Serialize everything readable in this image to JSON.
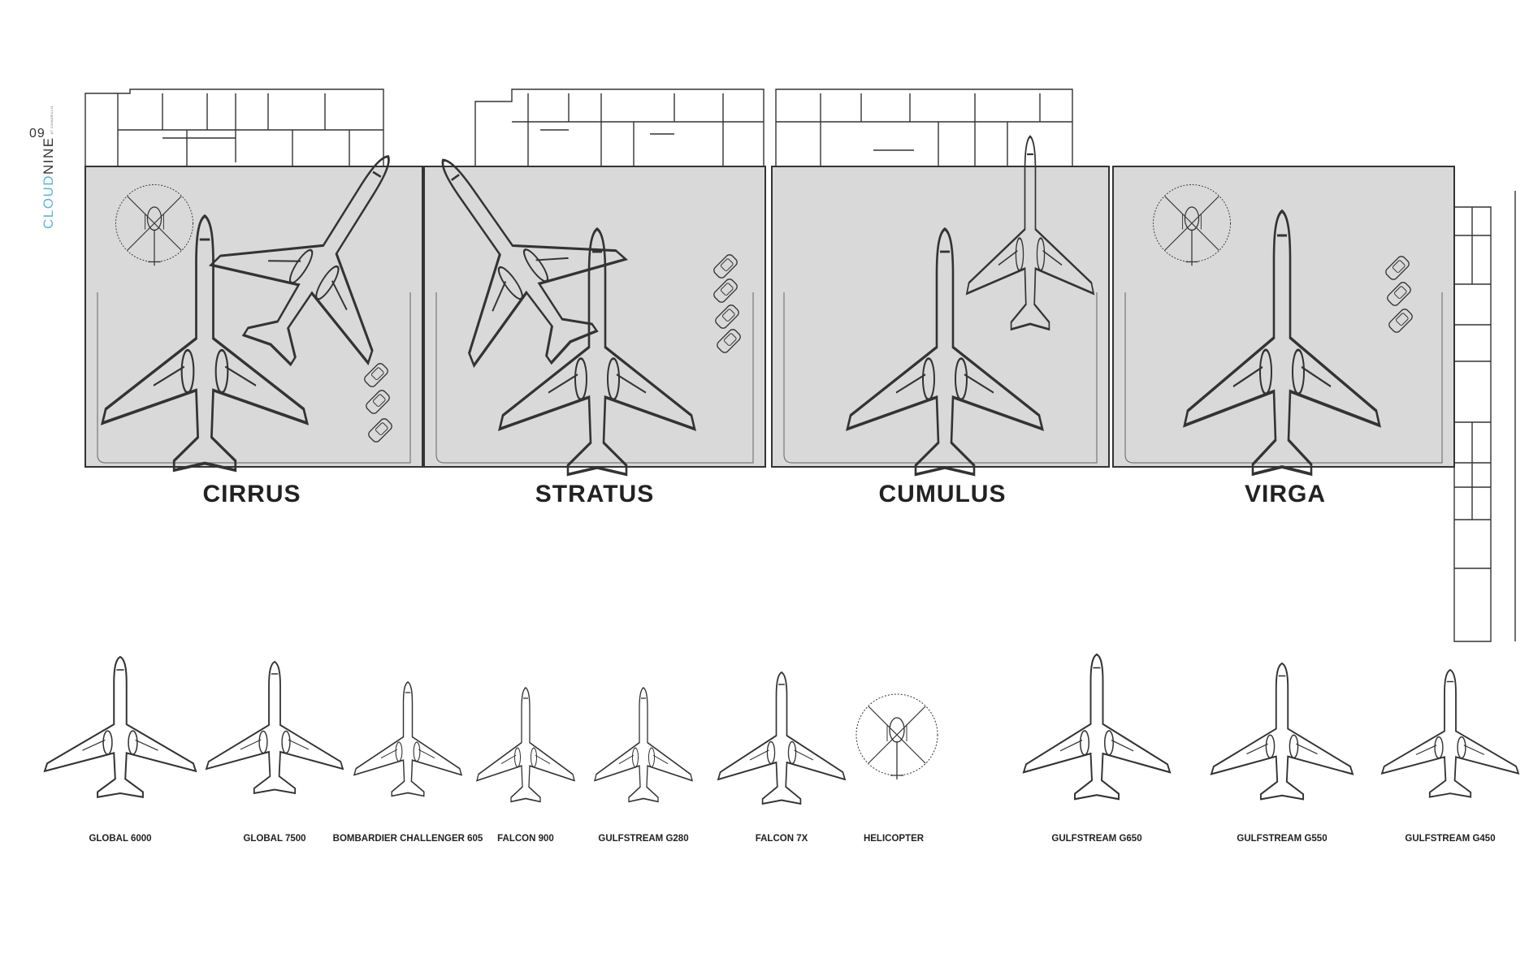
{
  "page_number": "09",
  "brand": {
    "primary": "CLOUD",
    "secondary": "NINE",
    "tagline": "AT CAMARILLO"
  },
  "hangars": [
    {
      "name": "CIRRUS"
    },
    {
      "name": "STRATUS"
    },
    {
      "name": "CUMULUS"
    },
    {
      "name": "VIRGA"
    }
  ],
  "aircraft_legend": [
    {
      "label": "GLOBAL 6000",
      "icon": "jet-icon"
    },
    {
      "label": "GLOBAL 7500",
      "icon": "jet-icon"
    },
    {
      "label": "BOMBARDIER CHALLENGER 605",
      "icon": "jet-icon"
    },
    {
      "label": "FALCON 900",
      "icon": "jet-icon"
    },
    {
      "label": "GULFSTREAM G280",
      "icon": "jet-icon"
    },
    {
      "label": "FALCON 7X",
      "icon": "jet-icon"
    },
    {
      "label": "HELICOPTER",
      "icon": "helicopter-icon"
    },
    {
      "label": "GULFSTREAM G650",
      "icon": "jet-icon"
    },
    {
      "label": "GULFSTREAM G550",
      "icon": "jet-icon"
    },
    {
      "label": "GULFSTREAM G450",
      "icon": "jet-icon"
    }
  ],
  "colors": {
    "hangar_floor": "#d9d9d9",
    "line": "#333333",
    "brand_accent": "#5fb3d9"
  }
}
